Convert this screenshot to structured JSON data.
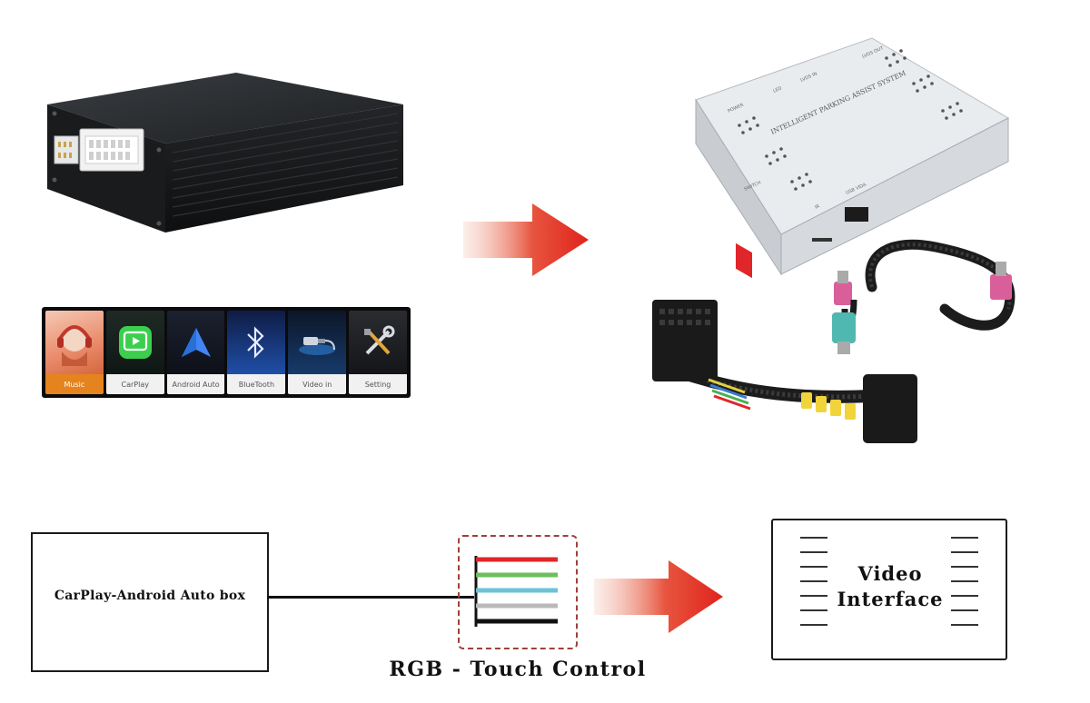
{
  "apps": [
    {
      "id": "music",
      "label": "Music"
    },
    {
      "id": "carplay",
      "label": "CarPlay"
    },
    {
      "id": "android_auto",
      "label": "Android Auto"
    },
    {
      "id": "bluetooth",
      "label": "BlueTooth"
    },
    {
      "id": "video_in",
      "label": "Video in"
    },
    {
      "id": "setting",
      "label": "Setting"
    }
  ],
  "module": {
    "title": "INTELLIGENT PARKING ASSIST SYSTEM",
    "port_labels": [
      "POWER",
      "LED",
      "LVDS IN",
      "LVDS OUT",
      "SWITCH",
      "IR",
      "USB VIDA"
    ]
  },
  "diagram": {
    "source_label": "CarPlay-Android Auto box",
    "middle_label": "RGB - Touch Control",
    "target_label_line1": "Video",
    "target_label_line2": "Interface"
  },
  "colors": {
    "arrow_red": "#e0231c",
    "wire_red": "#e0262a",
    "wire_green": "#6cbf5a",
    "wire_cyan": "#6cc3d6",
    "wire_gray": "#b9b9b9",
    "wire_black": "#111111"
  }
}
